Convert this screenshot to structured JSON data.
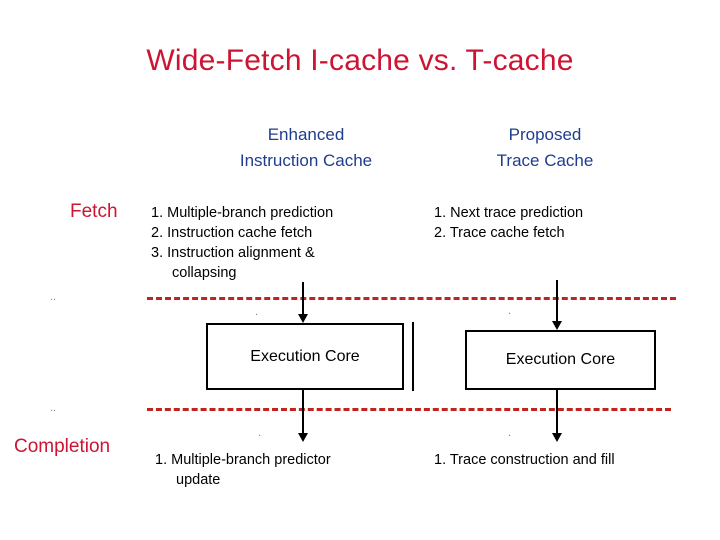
{
  "slide": {
    "title": "Wide-Fetch I-cache vs. T-cache",
    "title_color": "#cc1433",
    "background": "#ffffff"
  },
  "columns": {
    "left": {
      "header_line1": "Enhanced",
      "header_line2": "Instruction Cache",
      "header_color": "#1f3d8f"
    },
    "right": {
      "header_line1": "Proposed",
      "header_line2": "Trace Cache",
      "header_color": "#1f3d8f"
    }
  },
  "stages": {
    "fetch_label": "Fetch",
    "completion_label": "Completion",
    "label_color": "#cc1433"
  },
  "fetch": {
    "left_steps": [
      "1. Multiple-branch prediction",
      "2. Instruction cache fetch",
      "3. Instruction alignment &",
      "collapsing"
    ],
    "right_steps": [
      "1. Next trace prediction",
      "2. Trace cache fetch"
    ]
  },
  "execution": {
    "left_box_label": "Execution Core",
    "right_box_label": "Execution Core",
    "box_border_color": "#000000"
  },
  "completion": {
    "left_steps": [
      "1. Multiple-branch predictor",
      "update"
    ],
    "right_steps": [
      "1. Trace construction and fill"
    ]
  },
  "separators": {
    "color": "#c0241f",
    "style": "dashed",
    "count": 2
  },
  "artifacts": {
    "mark_a": "..",
    "mark_b": "..",
    "mark_c": ".",
    "mark_d": ".",
    "mark_e": ".",
    "mark_f": "."
  }
}
